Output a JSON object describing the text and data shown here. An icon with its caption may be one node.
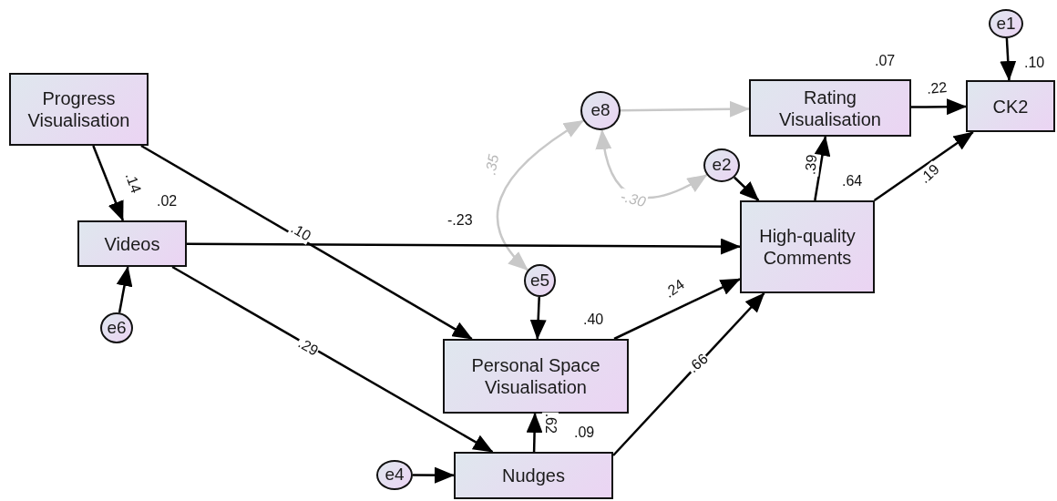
{
  "diagram": {
    "nodes": [
      {
        "text": [
          "Progress Visualisation"
        ]
      },
      {
        "text": [
          "e1"
        ]
      },
      {
        "text": [
          "Rating Visualisation"
        ],
        "beside": [
          ".07"
        ]
      },
      {
        "text": [
          "CK2"
        ],
        "beside": [
          ".10"
        ]
      },
      {
        "text": [
          "e8"
        ]
      },
      {
        "text": [
          "e2"
        ]
      },
      {
        "text": [
          "Videos"
        ],
        "beside": [
          ".02"
        ]
      },
      {
        "text": [
          "High-quality Comments"
        ],
        "beside": [
          ".64"
        ]
      },
      {
        "text": [
          "e5"
        ]
      },
      {
        "text": [
          "e6"
        ]
      },
      {
        "text": [
          "Personal Space Visualisation"
        ],
        "beside": [
          ".40"
        ]
      },
      {
        "text": [
          "e4"
        ]
      },
      {
        "text": [
          "Nudges"
        ],
        "beside": [
          ".09"
        ]
      }
    ],
    "edges": [
      {
        "from": 1,
        "to": 3,
        "arrow": "to"
      },
      {
        "from": 2,
        "to": 3,
        "arrow": "to",
        "label": ".22"
      },
      {
        "from": 7,
        "to": 3,
        "arrow": "to",
        "label": ".19"
      },
      {
        "from": 7,
        "to": 2,
        "arrow": "to",
        "label": ".39"
      },
      {
        "from": 5,
        "to": 7,
        "arrow": "to"
      },
      {
        "from": 4,
        "to": 2,
        "arrow": "to",
        "color": "#c8c8c8"
      },
      {
        "from": 4,
        "to": 8,
        "arrow": "both",
        "label": ".35",
        "color": "#c8c8c8"
      },
      {
        "from": 4,
        "to": 5,
        "arrow": "both",
        "label": "-.30",
        "color": "#c8c8c8"
      },
      {
        "from": 0,
        "to": 6,
        "arrow": "to",
        "label": ".14"
      },
      {
        "from": 0,
        "to": 10,
        "arrow": "to",
        "label": ".10"
      },
      {
        "from": 6,
        "to": 7,
        "arrow": "to",
        "label": "-.23"
      },
      {
        "from": 6,
        "to": 12,
        "arrow": "to",
        "label": ".29"
      },
      {
        "from": 9,
        "to": 6,
        "arrow": "to"
      },
      {
        "from": 8,
        "to": 10,
        "arrow": "to"
      },
      {
        "from": 10,
        "to": 7,
        "arrow": "to",
        "label": ".24"
      },
      {
        "from": 12,
        "to": 7,
        "arrow": "to",
        "label": ".66"
      },
      {
        "from": 12,
        "to": 10,
        "arrow": "to",
        "label": ".62"
      },
      {
        "from": 11,
        "to": 12,
        "arrow": "to"
      }
    ]
  }
}
